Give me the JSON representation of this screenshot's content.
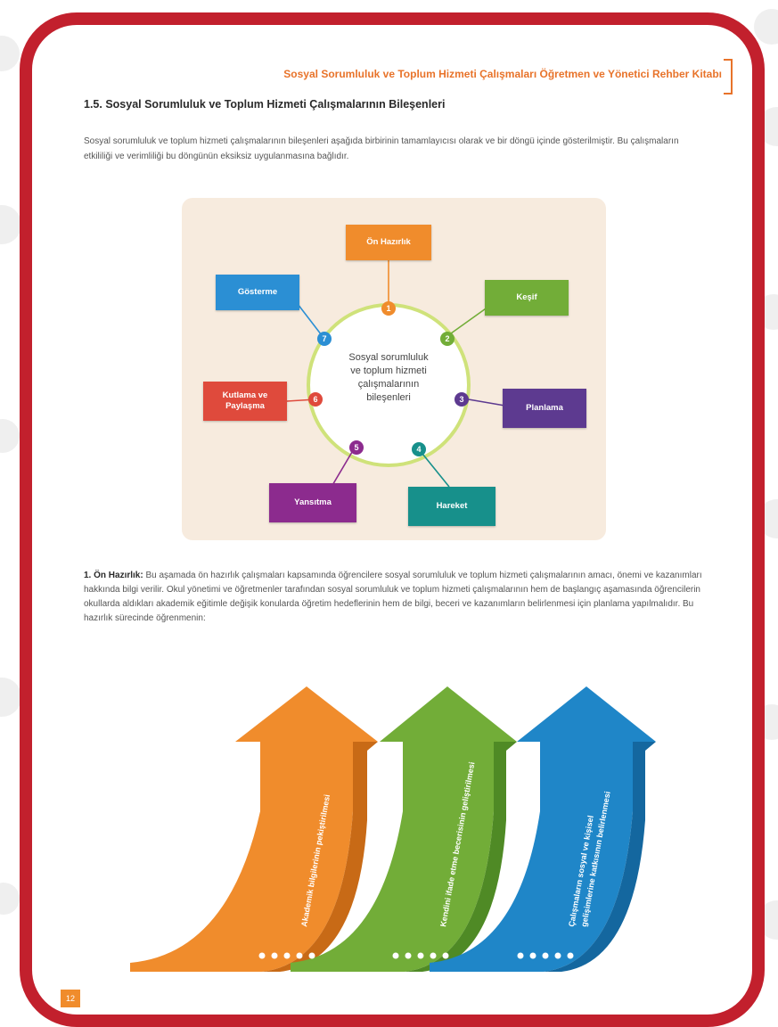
{
  "header": {
    "title": "Sosyal Sorumluluk ve Toplum Hizmeti Çalışmaları Öğretmen ve Yönetici Rehber Kitabı"
  },
  "section": {
    "heading": "1.5. Sosyal Sorumluluk ve Toplum Hizmeti Çalışmalarının Bileşenleri",
    "intro": "Sosyal sorumluluk ve toplum hizmeti çalışmalarının bileşenleri aşağıda birbirinin tamamlayıcısı olarak ve bir döngü içinde gösterilmiştir. Bu çalışmaların etkililiği ve verimliliği bu döngünün eksiksiz uygulanmasına bağlıdır."
  },
  "diagram": {
    "center_text": [
      "Sosyal sorumluluk",
      "ve toplum hizmeti",
      "çalışmalarının",
      "bileşenleri"
    ],
    "items": [
      {
        "number": "1",
        "label": "Ön Hazırlık",
        "color": "#f08c2c"
      },
      {
        "number": "2",
        "label": "Keşif",
        "color": "#72ad38"
      },
      {
        "number": "3",
        "label": "Planlama",
        "color": "#5d3a90"
      },
      {
        "number": "4",
        "label": "Hareket",
        "color": "#17908b"
      },
      {
        "number": "5",
        "label": "Yansıtma",
        "color": "#8c2b8e"
      },
      {
        "number": "6",
        "label": "Kutlama ve Paylaşma",
        "color": "#df4a3c"
      },
      {
        "number": "7",
        "label": "Gösterme",
        "color": "#2b8fd4"
      }
    ]
  },
  "body": {
    "lead": "1. Ön Hazırlık:",
    "text": " Bu aşamada ön hazırlık çalışmaları kapsamında öğrencilere sosyal sorumluluk ve toplum hizmeti çalışmalarının amacı, önemi ve kazanımları hakkında bilgi verilir. Okul yönetimi ve öğretmenler tarafından sosyal sorumluluk ve toplum hizmeti çalışmalarının hem de başlangıç aşamasında öğrencilerin okullarda aldıkları akademik eğitimle değişik konularda öğretim hedeflerinin hem de bilgi, beceri ve kazanımların belirlenmesi için planlama yapılmalıdır. Bu hazırlık sürecinde öğrenmenin:"
  },
  "arrows": [
    {
      "text": [
        "Akademik bilgilerinin pekiştirilmesi"
      ],
      "color": "#f08c2c"
    },
    {
      "text": [
        "Kendini ifade etme becerisinin geliştirilmesi"
      ],
      "color": "#72ad38"
    },
    {
      "text": [
        "Çalışmaların sosyal ve kişisel",
        "gelişimlerine katkısının belirlenmesi"
      ],
      "color": "#1f86c8"
    }
  ],
  "footer": {
    "page_number": "12"
  },
  "colors": {
    "frame": "#c2202d",
    "accent": "#e8732a",
    "panel": "#f7ebde"
  }
}
